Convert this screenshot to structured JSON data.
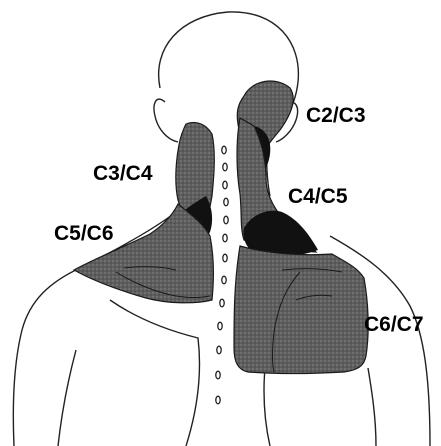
{
  "labels": {
    "c2_c3": "C2/C3",
    "c3_c4": "C3/C4",
    "c4_c5": "C4/C5",
    "c5_c6": "C5/C6",
    "c6_c7": "C6/C7"
  },
  "colors": {
    "outline": "#222222",
    "shade_light": "#5e5e5e",
    "shade_dark": "#111111",
    "background": "#ffffff"
  }
}
